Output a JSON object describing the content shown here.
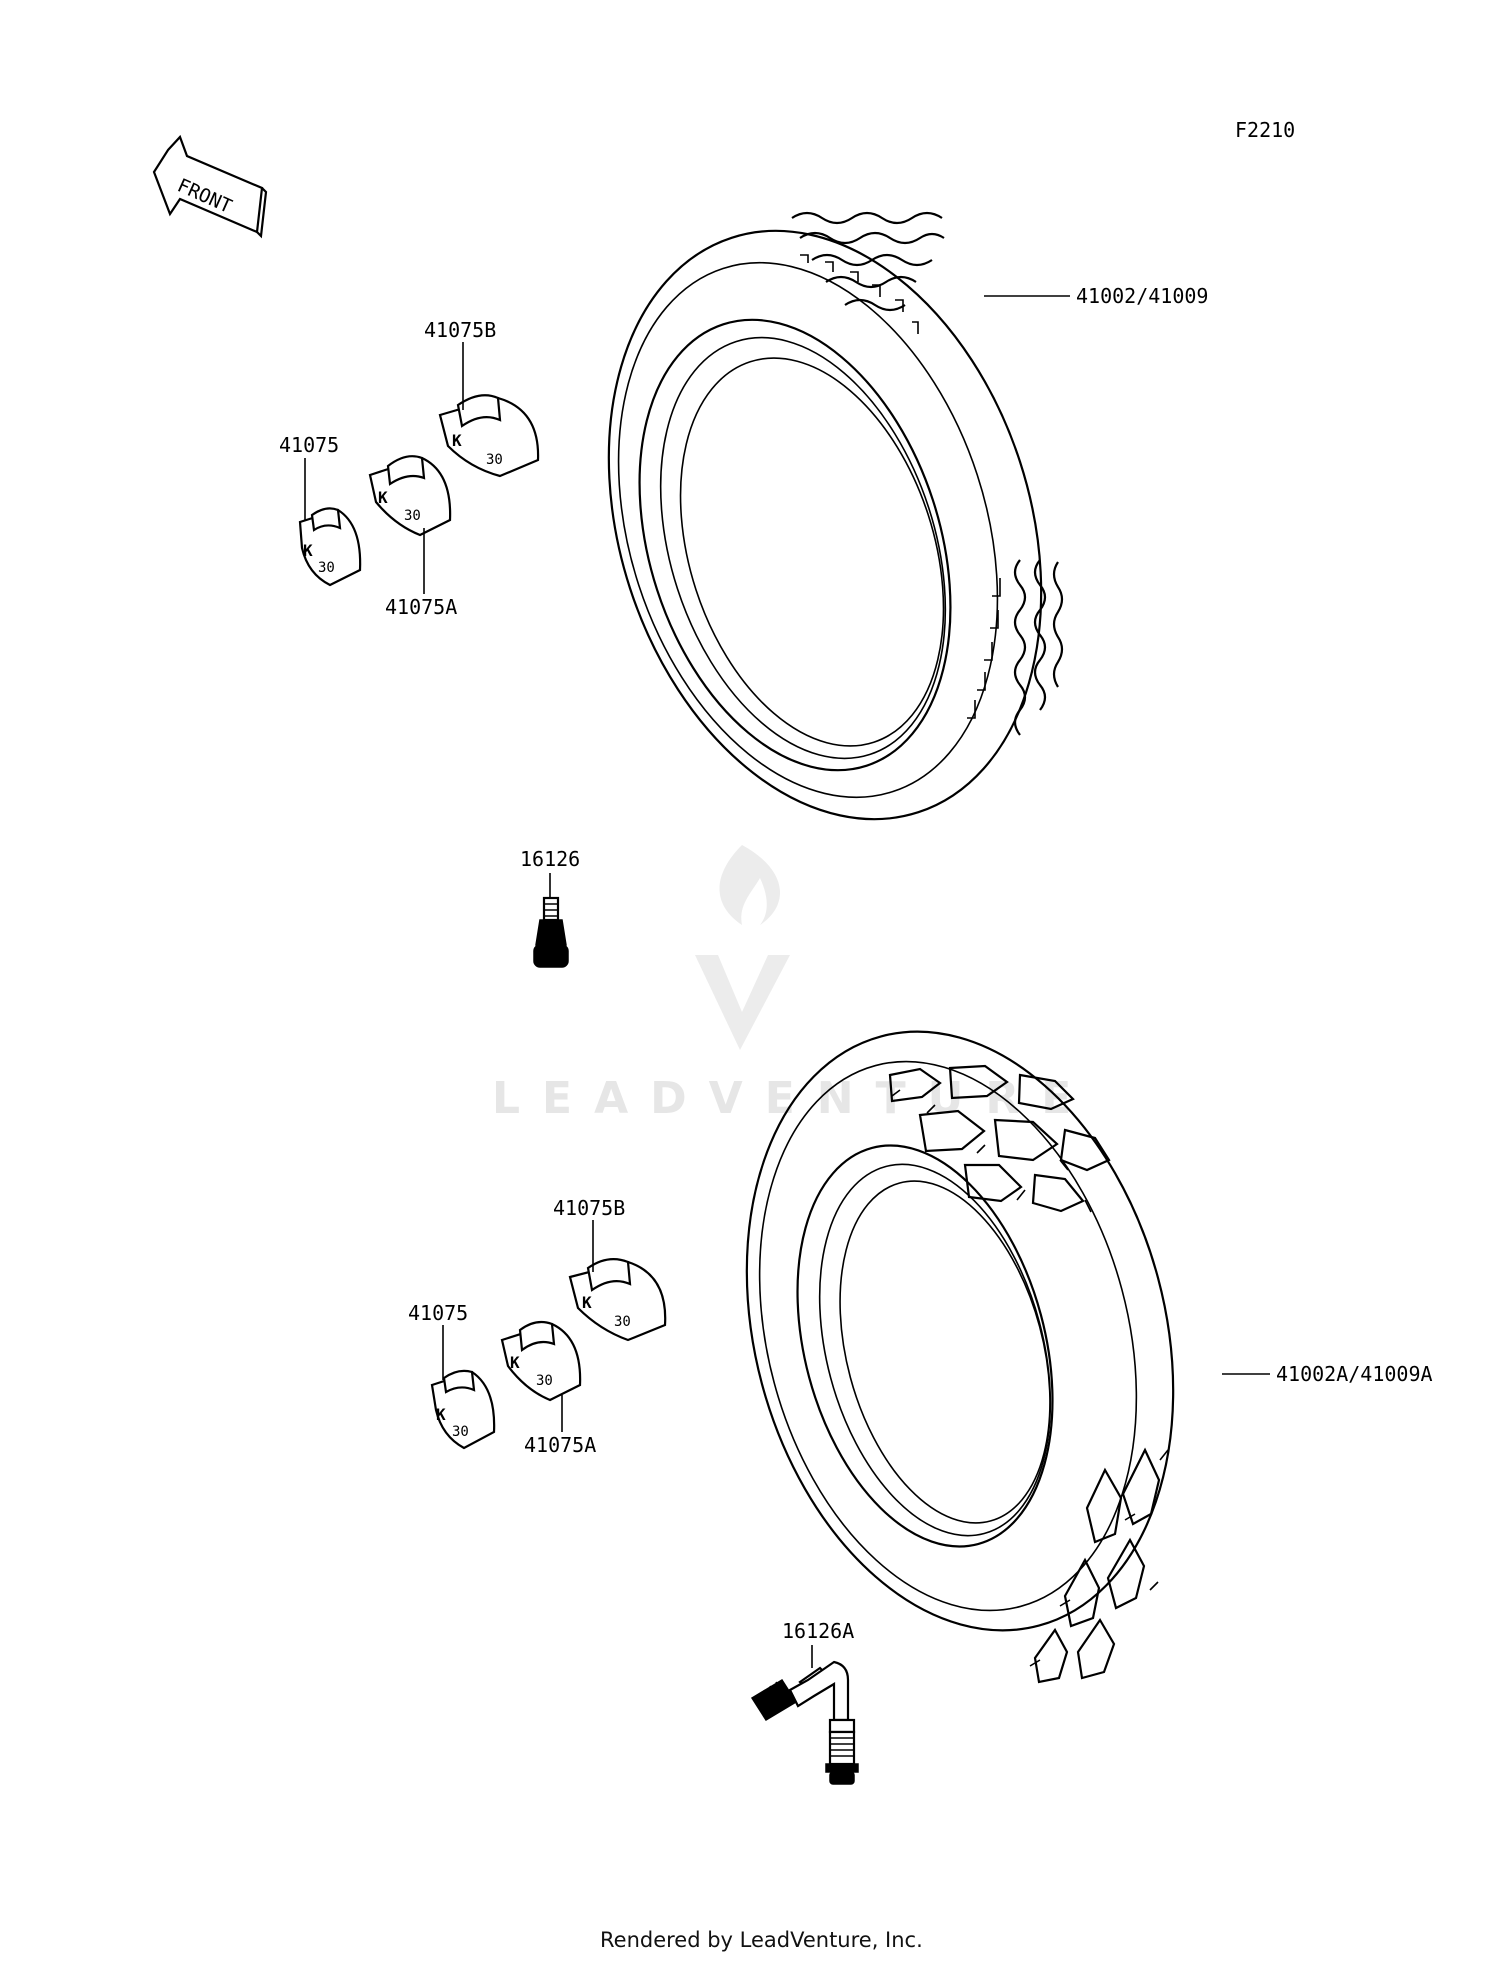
{
  "diagram": {
    "figure_code": "F2210",
    "front_label": "FRONT",
    "watermark": "LEADVENTURE",
    "footer": "Rendered by LeadVenture, Inc."
  },
  "front_assembly": {
    "tire_label": "41002/41009",
    "weight_b_label": "41075B",
    "weight_label": "41075",
    "weight_a_label": "41075A",
    "valve_label": "16126"
  },
  "rear_assembly": {
    "tire_label": "41002A/41009A",
    "weight_b_label": "41075B",
    "weight_label": "41075",
    "weight_a_label": "41075A",
    "valve_label": "16126A"
  },
  "weight_marks": [
    "K",
    "30"
  ]
}
